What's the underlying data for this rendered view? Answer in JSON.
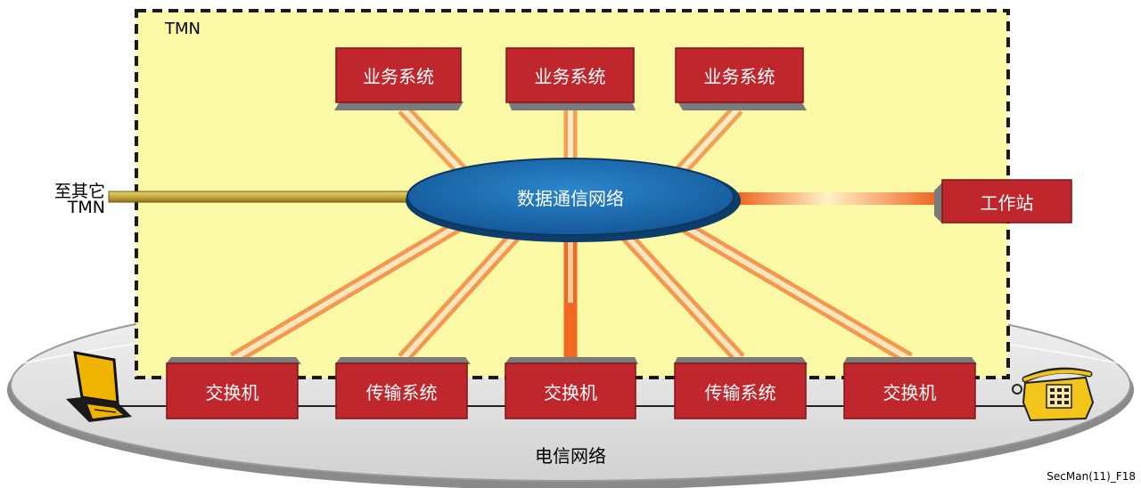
{
  "tmn_label": "TMN",
  "business_systems": [
    {
      "label": "业务系统"
    },
    {
      "label": "业务系统"
    },
    {
      "label": "业务系统"
    }
  ],
  "dcn_label": "数据通信网络",
  "workstation_label": "工作站",
  "other_tmn": {
    "line1": "至其它",
    "line2": "TMN"
  },
  "telecom_nodes": [
    {
      "label": "交换机"
    },
    {
      "label": "传输系统"
    },
    {
      "label": "交换机"
    },
    {
      "label": "传输系统"
    },
    {
      "label": "交换机"
    }
  ],
  "telecom_label": "电信网络",
  "figure_id": "SecMan(11)_F18",
  "colors": {
    "tmn_fill": "#fbf8a6",
    "box_red": "#c0272d",
    "cloud_blue": "#1d6fb5",
    "link_orange": "#ee5a14",
    "gold_line": "#c9a93a",
    "disc_gray": "#e4e4e4"
  },
  "icons": {
    "laptop": "laptop-icon",
    "telephone": "telephone-icon"
  }
}
